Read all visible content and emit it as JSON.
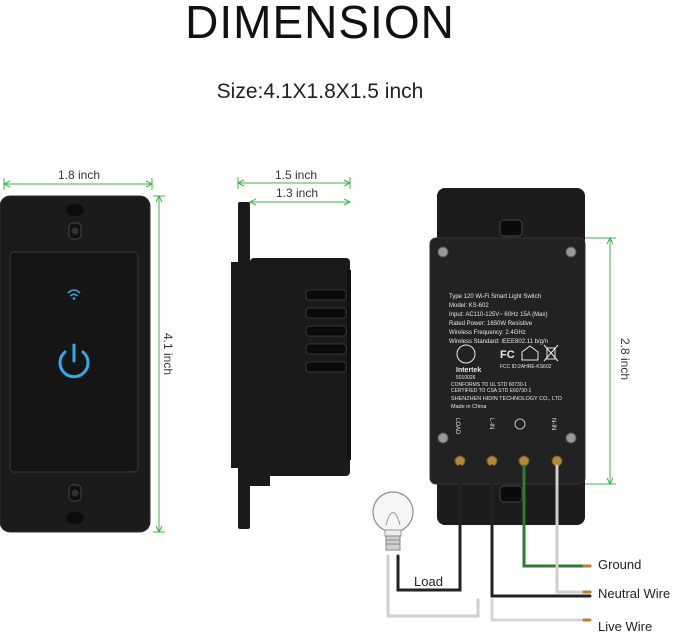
{
  "header": {
    "title": "DIMENSION",
    "size_text": "Size:4.1X1.8X1.5 inch"
  },
  "dimensions": {
    "front_width": "1.8 inch",
    "front_height": "4.1 inch",
    "side_depth_total": "1.5 inch",
    "side_depth_body": "1.3 inch",
    "back_height": "2.8 inch"
  },
  "back_label": {
    "line1": "Type 120 Wi-Fi Smart Light Switch",
    "line2": "Model: KS-602",
    "line3": "Input: AC110-125V~ 60Hz 15A (Max)",
    "line4": "Rated Power: 1650W  Resistive",
    "line5": "Wireless Frequency: 2.4GHz",
    "line6": "Wireless Standard: IEEE802.11 b/g/n",
    "fcc_id": "FCC ID:2AHRE-KS602",
    "intertek": "Intertek",
    "intertek_no": "5010026",
    "cert1": "CONFORMS TO UL STD 60730-1",
    "cert2": "CERTIFIED TO CSA STD E60730-1",
    "maker": "SHENZHEN HIDIN TECHNOLOGY CO., LTD",
    "origin": "Made in China",
    "term_load": "LOAD",
    "term_lin": "L-IN",
    "term_nin": "N-IN"
  },
  "wires": {
    "load": "Load",
    "ground": "Ground",
    "neutral": "Neutral Wire",
    "live": "Live Wire"
  },
  "colors": {
    "dimension_line": "#3cb44a",
    "device_body": "#1a1a1a",
    "power_icon": "#39a8e6",
    "ground_wire": "#2e8b2e",
    "neutral_wire": "#cfcfcf",
    "live_wire": "#222222"
  }
}
